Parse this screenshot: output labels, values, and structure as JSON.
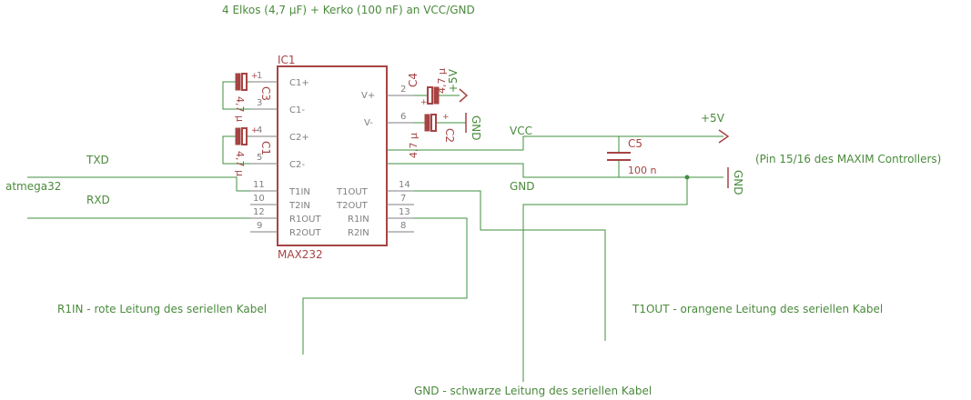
{
  "title": "4 Elkos (4,7 µF) + Kerko (100 nF) an VCC/GND",
  "ic": {
    "ref": "IC1",
    "part": "MAX232",
    "left_pins": [
      {
        "name": "C1+",
        "num": "1"
      },
      {
        "name": "C1-",
        "num": "3"
      },
      {
        "name": "C2+",
        "num": "4"
      },
      {
        "name": "C2-",
        "num": "5"
      },
      {
        "name": "T1IN",
        "num": "11"
      },
      {
        "name": "T2IN",
        "num": "10"
      },
      {
        "name": "R1OUT",
        "num": "12"
      },
      {
        "name": "R2OUT",
        "num": "9"
      }
    ],
    "right_pins": [
      {
        "name": "V+",
        "num": "2"
      },
      {
        "name": "V-",
        "num": "6"
      },
      {
        "name": "T1OUT",
        "num": "14"
      },
      {
        "name": "T2OUT",
        "num": "7"
      },
      {
        "name": "R1IN",
        "num": "13"
      },
      {
        "name": "R2IN",
        "num": "8"
      }
    ]
  },
  "caps": {
    "c1": {
      "ref": "C1",
      "value": "4,7 µ",
      "pol": "+"
    },
    "c2": {
      "ref": "C2",
      "value": "4,7 µ",
      "pol": "+"
    },
    "c3": {
      "ref": "C3",
      "value": "4,7 µ",
      "pol": "+"
    },
    "c4": {
      "ref": "C4",
      "value": "4,7 µ",
      "pol": "+"
    },
    "c5": {
      "ref": "C5",
      "value": "100 n"
    }
  },
  "supply": {
    "plus5v_c4": "+5V",
    "plus5v_main": "+5V",
    "gnd_c2": "GND",
    "gnd_main": "GND",
    "vcc": "VCC",
    "gnd_net": "GND"
  },
  "labels": {
    "txd": "TXD",
    "rxd": "RXD",
    "mcu": "atmega32",
    "note_pins": "(Pin 15/16 des MAXIM Controllers)",
    "r1in": "R1IN - rote Leitung des seriellen Kabel",
    "t1out": "T1OUT - orangene Leitung des seriellen Kabel",
    "gnd_cable": "GND - schwarze Leitung des seriellen Kabel"
  },
  "colors": {
    "wire": "#3f8f3f",
    "component": "#a64444",
    "label": "#4a8a3c",
    "pin": "#7f7f7f"
  }
}
